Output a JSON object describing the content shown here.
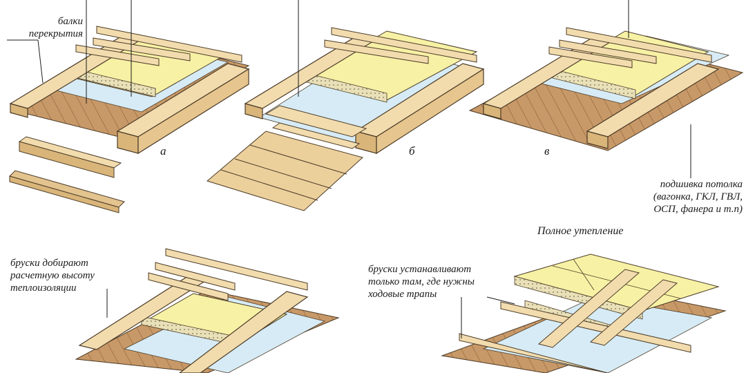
{
  "labels": {
    "beams": [
      "балки",
      "перекрытия"
    ],
    "ceiling_lining": [
      "подшивка потолка",
      "(вагонка, ГКЛ, ГВЛ,",
      "ОСП, фанера и т.п)"
    ],
    "full_insulation": "Полное утепление",
    "bars_add_height": [
      "бруски добирают",
      "расчетную высоту",
      "теплоизоляции"
    ],
    "bars_walkways": [
      "бруски устанавливают",
      "только там, где нужны",
      "ходовые трапы"
    ]
  },
  "variants": {
    "a": "а",
    "b": "б",
    "v": "в"
  },
  "colors": {
    "wood": "#f2dcae",
    "wood_dark": "#d9b57a",
    "insulation": "#f7f1a5",
    "membrane": "#d6ebf5",
    "board": "#b98a5a",
    "outline": "#4a3a26"
  }
}
